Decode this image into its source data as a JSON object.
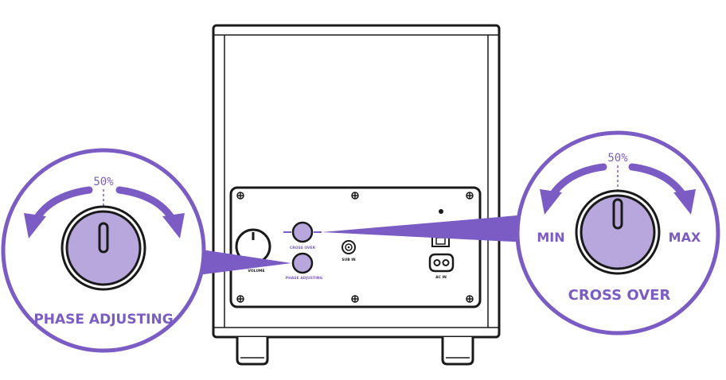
{
  "colors": {
    "accent": "#7b5cc4",
    "knob_fill": "#b7a7dc",
    "outline": "#1a1a1a"
  },
  "phase_callout": {
    "title": "PHASE ADJUSTING",
    "percent": "50%",
    "knob_level": 0.5
  },
  "crossover_callout": {
    "title": "CROSS OVER",
    "percent": "50%",
    "min_label": "MIN",
    "max_label": "MAX",
    "knob_level": 0.5
  },
  "panel": {
    "volume_label": "VOLUME",
    "crossover_label": "CROSS OVER",
    "phase_label": "PHASE ADJUSTING",
    "sub_in_label": "SUB IN",
    "ac_in_label": "AC IN"
  }
}
